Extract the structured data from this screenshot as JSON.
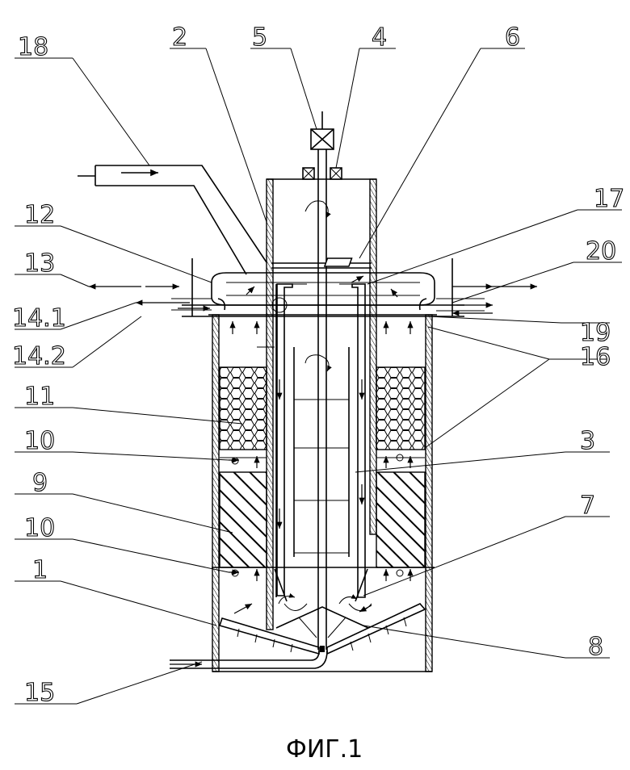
{
  "labels": {
    "l18": "18",
    "l2": "2",
    "l5": "5",
    "l4": "4",
    "l6": "6",
    "l17": "17",
    "l12": "12",
    "l20": "20",
    "l13": "13",
    "l14_1": "14.1",
    "l14_2": "14.2",
    "l19": "19",
    "l16": "16",
    "l11": "11",
    "l10a": "10",
    "l3": "3",
    "l9": "9",
    "l7": "7",
    "l10b": "10",
    "l1": "1",
    "l8": "8",
    "l15": "15"
  },
  "caption": "ФИГ.1"
}
